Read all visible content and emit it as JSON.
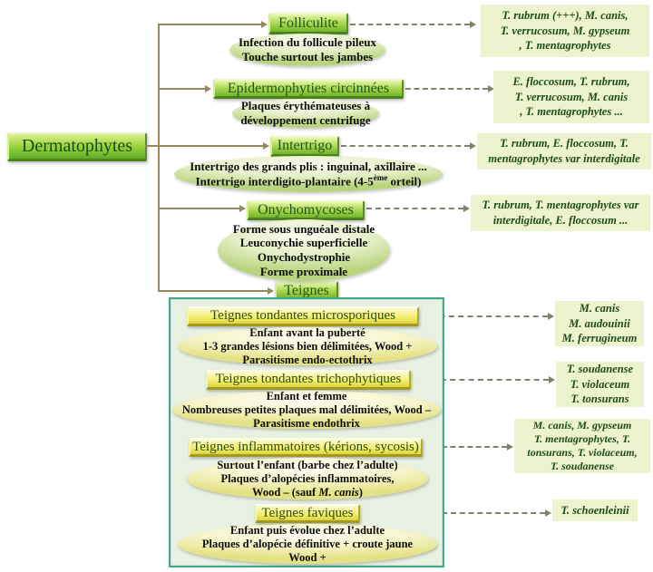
{
  "root_label": "Dermatophytes",
  "branches": [
    {
      "title": "Folliculite",
      "desc": [
        "Infection du follicule pileux",
        "Touche surtout les jambes"
      ],
      "species": [
        "T. rubrum (+++), M. canis,",
        "T. verrucosum, M. gypseum",
        ", T. mentagrophytes"
      ]
    },
    {
      "title": "Epidermophyties circinnées",
      "desc": [
        "Plaques érythémateuses à",
        "développement centrifuge"
      ],
      "species": [
        "E. floccosum, T. rubrum,",
        "T. verrucosum, M. canis",
        ", T. mentagrophytes ..."
      ]
    },
    {
      "title": "Intertrigo",
      "desc": [
        "Intertrigo des grands plis : inguinal, axillaire ..."
      ],
      "desc2_pre": "Intertrigo interdigito-plantaire (4-5",
      "desc2_sup": "ème",
      "desc2_post": " orteil)",
      "species": [
        "T. rubrum, E. floccosum, T.",
        "mentagrophytes var interdigitale"
      ]
    },
    {
      "title": "Onychomycoses",
      "desc": [
        "Forme sous unguéale distale",
        "Leuconychie superficielle",
        "Onychodystrophie",
        "Forme proximale"
      ],
      "species": [
        "T. rubrum, T. mentagrophytes var",
        "interdigitale, E. floccosum ..."
      ]
    },
    {
      "title": "Teignes"
    }
  ],
  "teignes": [
    {
      "title": "Teignes tondantes microsporiques",
      "desc": [
        "Enfant avant la puberté",
        "1-3 grandes lésions bien délimitées,  Wood +",
        "Parasitisme endo-ectothrix"
      ],
      "species": [
        "M. canis",
        "M. audouinii",
        "M. ferrugineum"
      ]
    },
    {
      "title": "Teignes tondantes trichophytiques",
      "desc": [
        "Enfant et femme",
        "Nombreuses petites plaques mal délimitées, Wood –",
        "Parasitisme endothrix"
      ],
      "species": [
        "T. soudanense",
        "T. violaceum",
        "T. tonsurans"
      ]
    },
    {
      "title": "Teignes inflammatoires (kérions, sycosis)",
      "desc": [
        "Surtout l’enfant (barbe chez l’adulte)",
        "Plaques d’alopécies inflammatoires,"
      ],
      "desc3_pre": "Wood – (sauf ",
      "desc3_italic": "M. canis",
      "desc3_post": ")",
      "species": [
        "M. canis, M. gypseum",
        "T. mentagrophytes, T.",
        "tonsurans, T. violaceum,",
        "T. soudanense"
      ]
    },
    {
      "title": "Teignes faviques",
      "desc": [
        "Enfant puis  évolue chez l’adulte",
        "Plaques d’alopécie définitive + croute jaune",
        "Wood +"
      ],
      "species": [
        "T. schoenleinii"
      ]
    }
  ]
}
